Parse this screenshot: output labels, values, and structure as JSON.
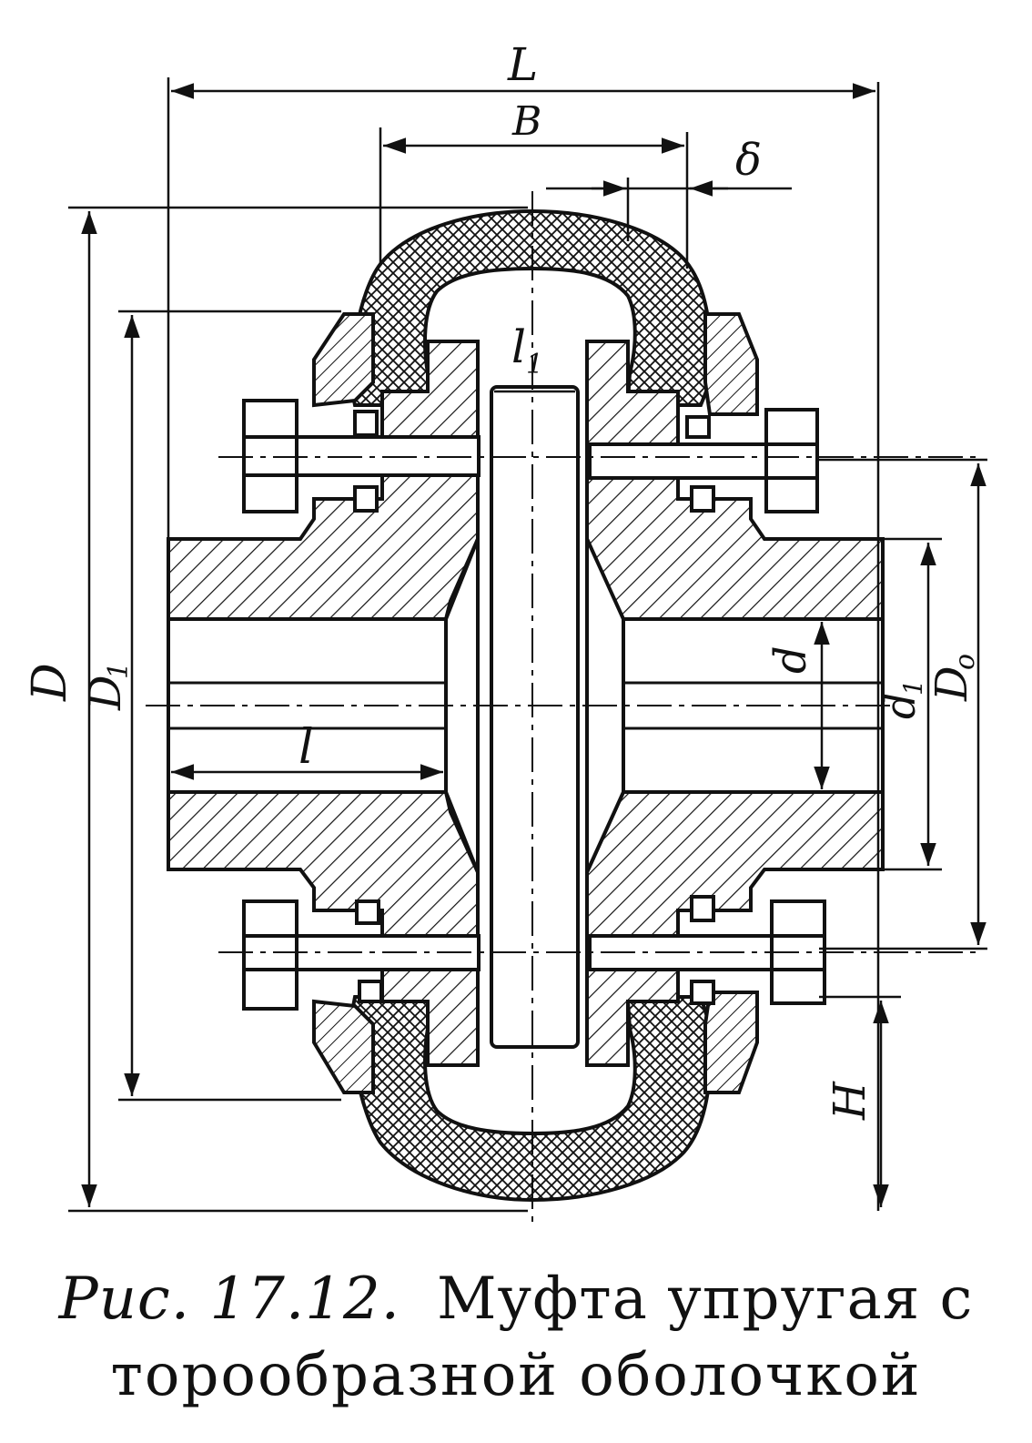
{
  "figure": {
    "labels": {
      "L": "L",
      "B": "B",
      "delta": "δ",
      "l1": "l",
      "l1_sub": "1",
      "D": "D",
      "D1": "D",
      "D1_sub": "1",
      "d": "d",
      "d1": "d",
      "d1_sub": "1",
      "D0": "D",
      "D0_sub": "o",
      "l": "l",
      "H": "H"
    }
  },
  "caption": {
    "number": "Рис. 17.12.",
    "text_line1": "Муфта упругая с",
    "text_line2": "торообразной оболочкой"
  }
}
